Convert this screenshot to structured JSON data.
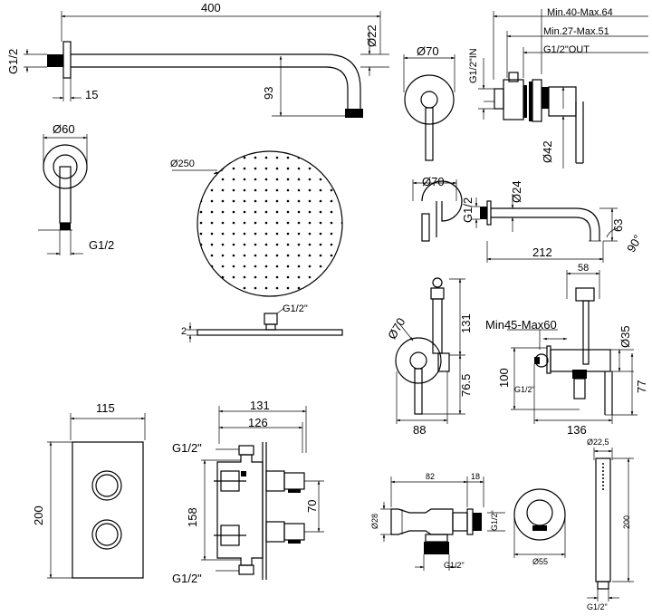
{
  "shower_arm": {
    "length": "400",
    "diameter": "Ø22",
    "thread": "G1/2",
    "wall_offset": "15",
    "drop": "93"
  },
  "arm_flange": {
    "diameter": "Ø60",
    "thread": "G1/2"
  },
  "rain_head": {
    "diameter": "Ø250",
    "thickness": "2",
    "thread": "G1/2\""
  },
  "single_mixer": {
    "range_a": "Min.40-Max.64",
    "range_b": "Min.27-Max.51",
    "out": "G1/2\"OUT",
    "in": "G1/2\"IN",
    "plate": "Ø70",
    "body": "Ø42"
  },
  "spout": {
    "plate": "Ø70",
    "thread": "G1/2",
    "diameter": "Ø24",
    "length": "212",
    "height": "63",
    "angle": "90°"
  },
  "bidet_mixer": {
    "plate": "Ø70",
    "height": "131",
    "lower": "76.5",
    "depth": "88",
    "width": "58",
    "range": "Min45-Max60",
    "body": "Ø35",
    "side_height": "100",
    "side_lower": "77",
    "side_length": "136",
    "thread": "G1/2\""
  },
  "thermo_plate": {
    "width": "115",
    "height": "200"
  },
  "thermo_body": {
    "width_a": "131",
    "width_b": "126",
    "thread_top": "G1/2\"",
    "thread_bottom": "G1/2\"",
    "height": "158",
    "spacing": "70"
  },
  "outlet_elbow": {
    "length": "82",
    "flange": "18",
    "diameter": "Ø28",
    "thread_bottom": "G1/2\"",
    "thread_side": "G1/2\"",
    "plate": "Ø55"
  },
  "hand_shower": {
    "diameter": "Ø22,5",
    "length": "200",
    "thread": "G1/2\""
  }
}
